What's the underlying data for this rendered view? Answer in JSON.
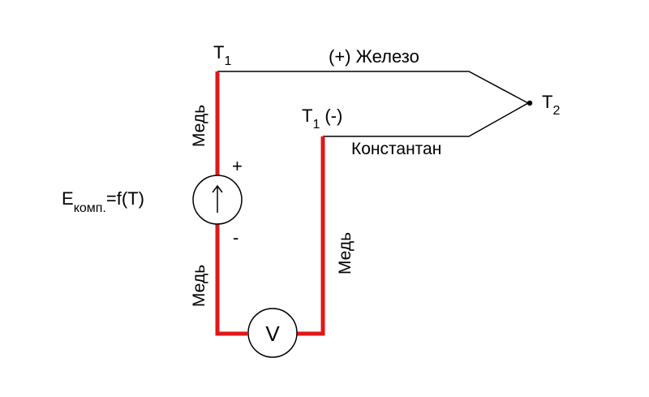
{
  "diagram": {
    "colors": {
      "copper_wire": "#e01818",
      "wire": "#000000",
      "background": "#ffffff"
    },
    "labels": {
      "t1_top": {
        "main": "T",
        "sub": "1"
      },
      "t1_mid": {
        "main": "T",
        "sub": "1",
        "suffix": "(-)"
      },
      "t2": {
        "main": "T",
        "sub": "2"
      },
      "iron": "(+) Железо",
      "constantan": "Константан",
      "copper": "Медь",
      "plus": "+",
      "minus": "-",
      "emf": {
        "main": "E",
        "sub": "комп.",
        "rest": "=f(T)"
      },
      "voltmeter": "V"
    },
    "icons": {
      "source_arrow": "up-arrow-icon"
    }
  }
}
